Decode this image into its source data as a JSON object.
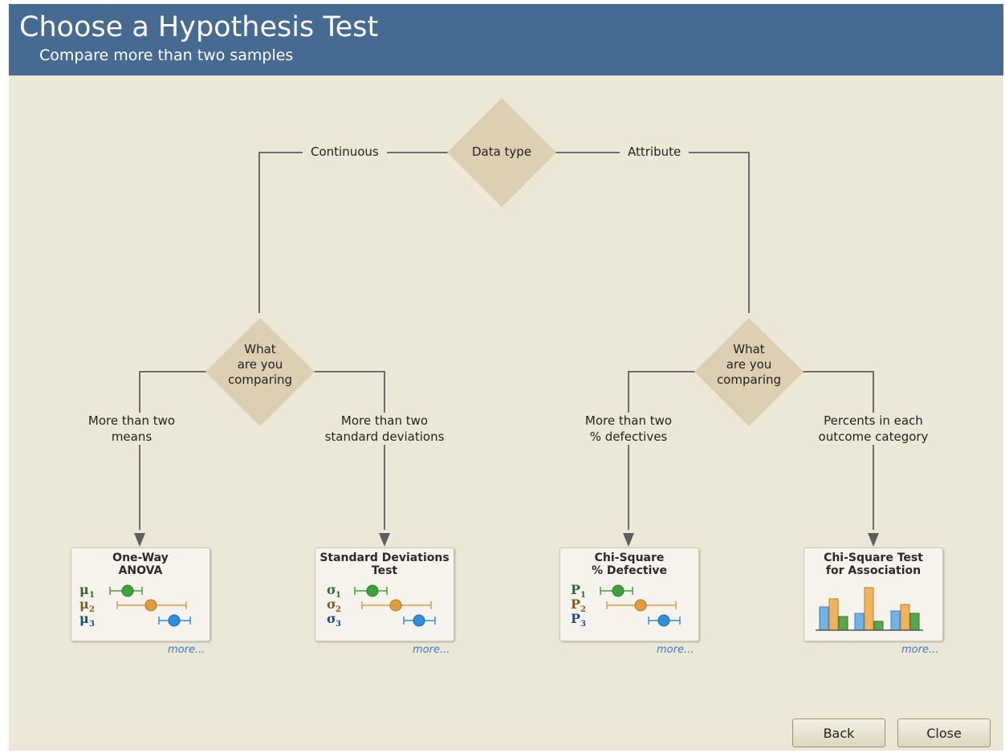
{
  "header": {
    "title": "Choose a Hypothesis Test",
    "subtitle": "Compare more than two samples"
  },
  "decisions": {
    "data_type": "Data type",
    "left_compare": [
      "What",
      "are you",
      "comparing"
    ],
    "right_compare": [
      "What",
      "are you",
      "comparing"
    ]
  },
  "branches": {
    "continuous": "Continuous",
    "attribute": "Attribute",
    "means": [
      "More than two",
      "means"
    ],
    "std_devs": [
      "More than two",
      "standard deviations"
    ],
    "defectives": [
      "More than two",
      "% defectives"
    ],
    "percents": [
      "Percents in each",
      "outcome category"
    ]
  },
  "cards": [
    {
      "title": [
        "One-Way",
        "ANOVA"
      ],
      "symbol": "μ",
      "more": "more..."
    },
    {
      "title": [
        "Standard Deviations",
        "Test"
      ],
      "symbol": "σ",
      "more": "more..."
    },
    {
      "title": [
        "Chi-Square",
        "% Defective"
      ],
      "symbol": "P",
      "more": "more..."
    },
    {
      "title": [
        "Chi-Square Test",
        "for Association"
      ],
      "more": "more..."
    }
  ],
  "subscripts": [
    "1",
    "2",
    "3"
  ],
  "colors": {
    "header": "#456b93",
    "background": "#ece8d8",
    "diamond": "#ddd0b2",
    "green": "#3fa33b",
    "orange": "#e29c3c",
    "blue": "#2d8ee0"
  },
  "buttons": {
    "back": "Back",
    "close": "Close"
  }
}
